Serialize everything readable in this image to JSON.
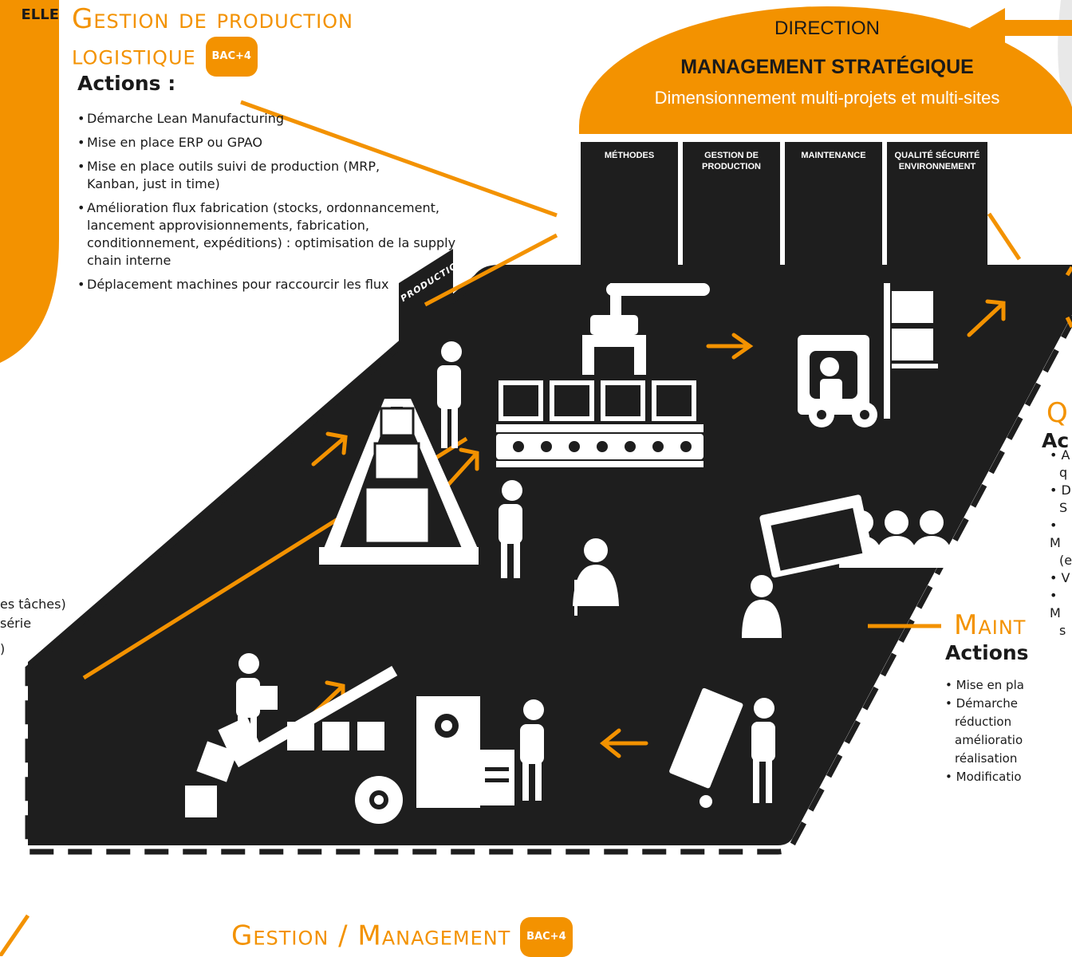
{
  "left_partial": {
    "title_fragment": "ELLE"
  },
  "production_logistique": {
    "title_line1": "Gestion de production",
    "title_line2": "logistique",
    "badge": "BAC+4",
    "actions_heading": "Actions :",
    "items": [
      "Démarche Lean Manufacturing",
      "Mise en place ERP ou GPAO",
      "Mise en place outils suivi de production (MRP, Kanban, just in time)",
      "Amélioration flux fabrication  (stocks, ordonnancement, lancement approvisionnements, fabrication, conditionnement, expéditions) : optimisation de la supply chain interne",
      "Déplacement machines pour raccourcir les flux"
    ]
  },
  "direction": {
    "label": "DIRECTION",
    "title": "MANAGEMENT STRATÉGIQUE",
    "subtitle": "Dimensionnement multi-projets et multi-sites"
  },
  "columns": [
    "MÉTHODES",
    "GESTION DE PRODUCTION",
    "MAINTENANCE",
    "QUALITÉ SÉCURITÉ ENVIRONNEMENT"
  ],
  "production_sign": "PRODUCTION",
  "left_fragments": [
    "es tâches)",
    "série",
    ")"
  ],
  "qualite_partial": {
    "title_fragment": "Q",
    "actions_fragment": "Ac",
    "item_fragments": [
      "A",
      "q",
      "D",
      "S",
      "M",
      "(e",
      "V",
      "M",
      "s"
    ]
  },
  "maintenance_partial": {
    "title_fragment": "Maint",
    "actions_fragment": "Actions",
    "item_fragments": [
      "Mise en pla",
      "Démarche",
      "réduction",
      "amélioratio",
      "réalisation",
      "Modificatio"
    ]
  },
  "gestion_management": {
    "title": "Gestion / Management",
    "badge": "BAC+4"
  },
  "colors": {
    "accent": "#f39200",
    "dark": "#1e1e1e",
    "text": "#1a1a1a"
  }
}
